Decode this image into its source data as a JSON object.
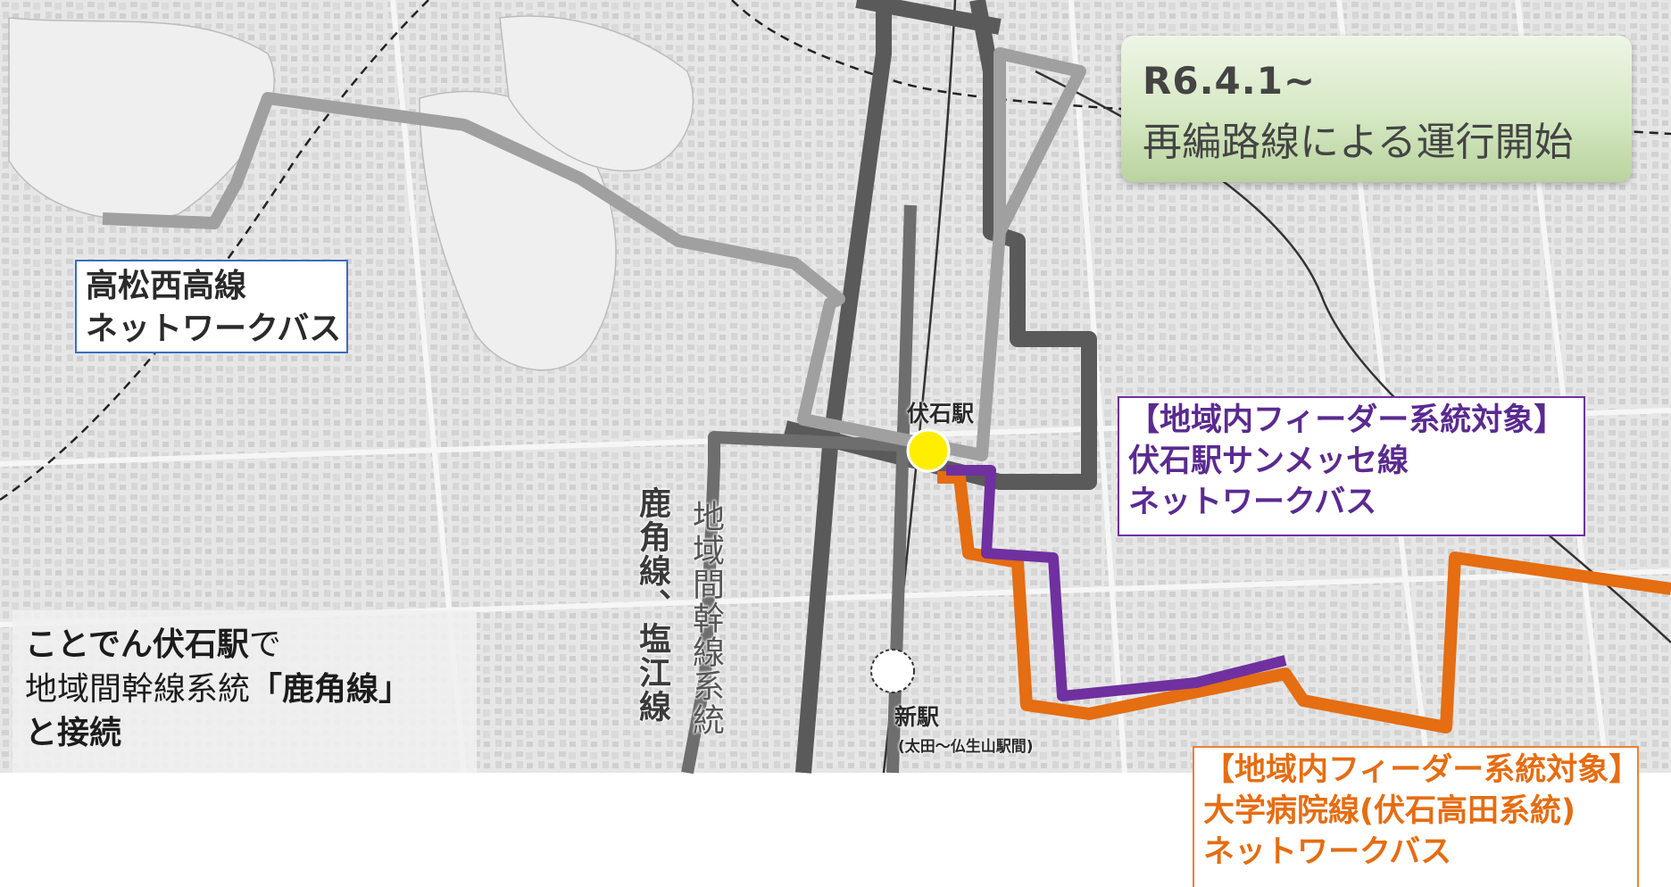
{
  "rebrand": {
    "date": "R6.4.1~",
    "text": "再編路線による運行開始"
  },
  "routes": {
    "west": {
      "line1": "高松西高線",
      "line2": "ネットワークバス"
    },
    "sunmesse": {
      "line1": "【地域内フィーダー系統対象】",
      "line2": "伏石駅サンメッセ線",
      "line3": "ネットワークバス"
    },
    "hospital": {
      "line1": "【地域内フィーダー系統対象】",
      "line2": "大学病院線(伏石高田系統)",
      "line3": "ネットワークバス"
    }
  },
  "stations": {
    "fushiishi": "伏石駅",
    "new_station": "新駅",
    "new_station_note": "(太田～仏生山駅間)"
  },
  "corridor": {
    "label": "地域間幹線系統",
    "routes": "鹿角線、塩江線"
  },
  "connection": {
    "p1": "ことでん伏石駅",
    "p2": "で",
    "p3": "地域間幹線系統",
    "p4": "「鹿角線」",
    "p5": "と接続"
  },
  "colors": {
    "hospital_route": "#e56d12",
    "sunmesse_route": "#7030a0",
    "trunk_route": "#5a5a5a",
    "west_route": "#9a9a9a",
    "fushiishi_marker": "#ffee00"
  }
}
